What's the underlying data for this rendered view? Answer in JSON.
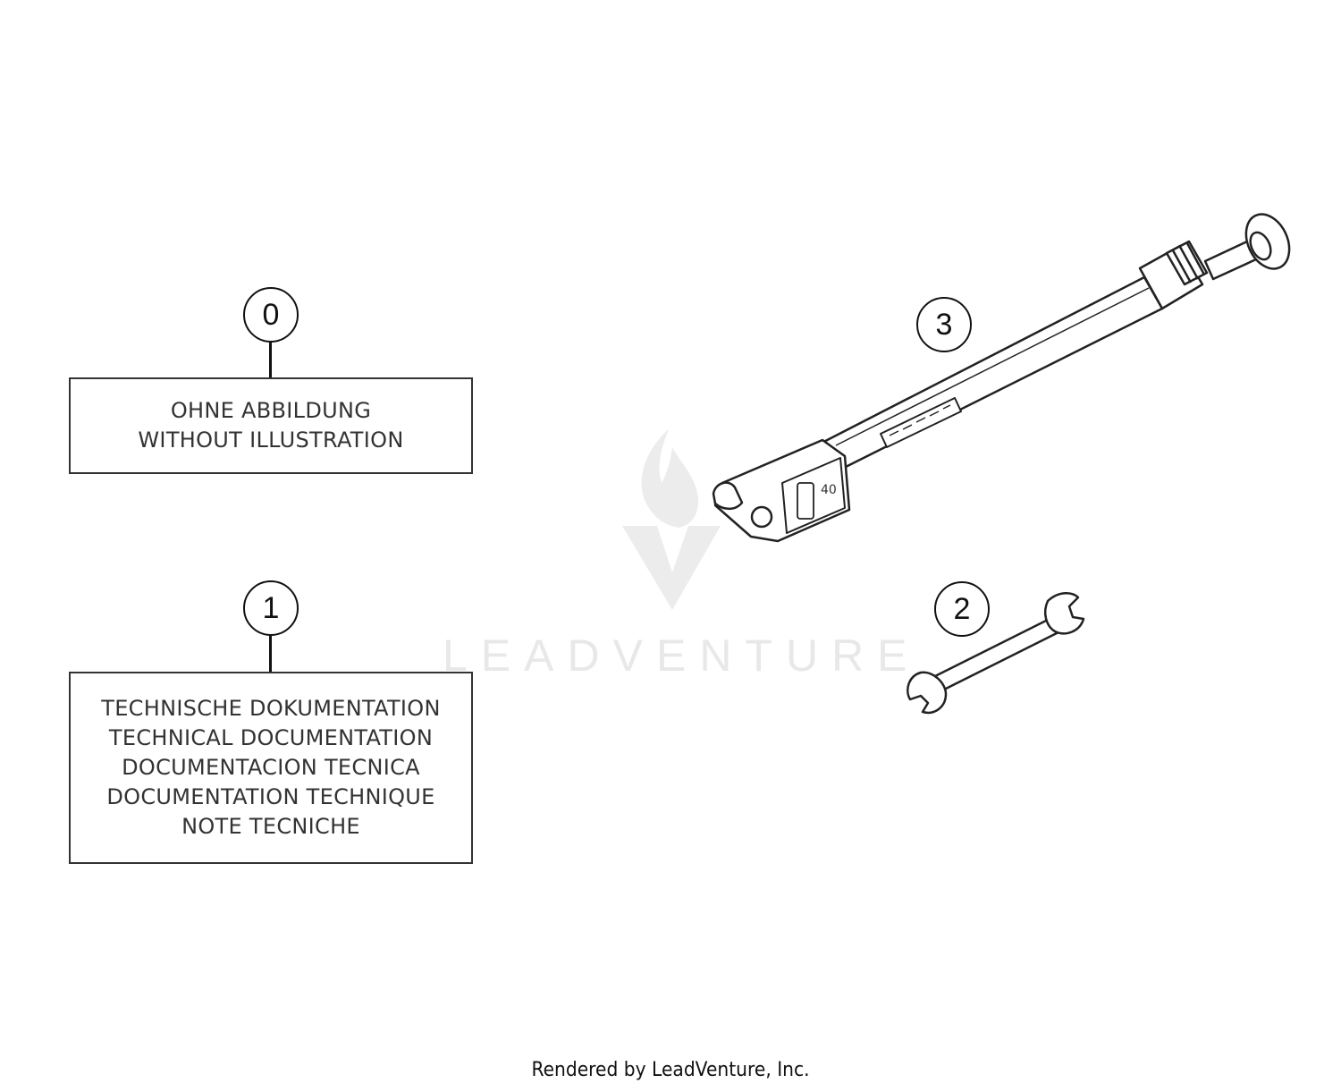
{
  "items": [
    {
      "ref": "0",
      "lines": [
        "OHNE ABBILDUNG",
        "WITHOUT ILLUSTRATION"
      ]
    },
    {
      "ref": "1",
      "lines": [
        "TECHNISCHE DOKUMENTATION",
        "TECHNICAL DOCUMENTATION",
        "DOCUMENTACION TECNICA",
        "DOCUMENTATION TECHNIQUE",
        "NOTE TECNICHE"
      ]
    },
    {
      "ref": "2",
      "part": "open-end-wrench"
    },
    {
      "ref": "3",
      "part": "torque-wrench"
    }
  ],
  "watermark": {
    "text": "LEADVENTURE"
  },
  "footer": {
    "text": "Rendered by LeadVenture, Inc."
  }
}
